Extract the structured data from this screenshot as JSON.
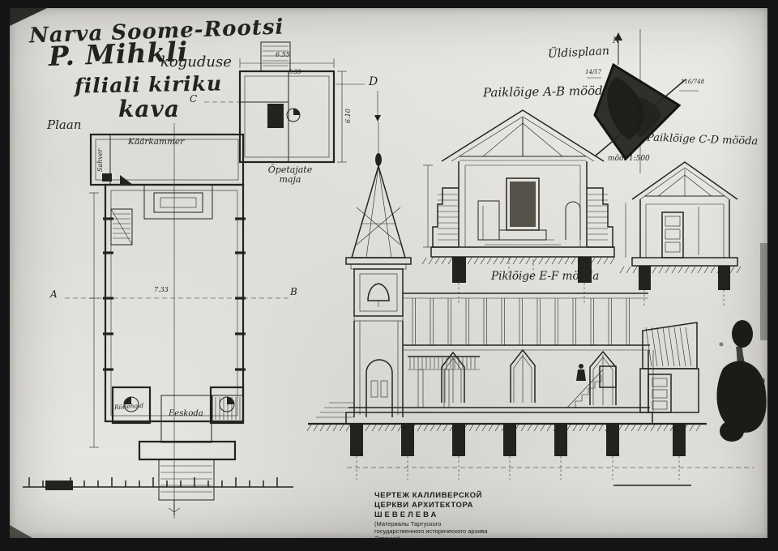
{
  "colors": {
    "paper": "#e9e8e4",
    "ink": "#23231d",
    "frame": "#141414"
  },
  "title": {
    "l1": "Narva Soome-Rootsi",
    "l2a": "P. Mihkli",
    "l2b": "koguduse",
    "l3": "filiali kiriku",
    "l4": "kava"
  },
  "labels": {
    "plan": "Plaan",
    "sacristy": "Käärkammer",
    "pantry": "Sahver",
    "cloakroom": "Riidehoid",
    "vestibule": "Eeskoda",
    "teachers_house": "Õpetajate maja",
    "section_ab": "Paiklõige A-B mööda",
    "site_plan": "Üldisplaan",
    "site_scale": "mõõt 1:500",
    "site_ref_left": "14/57",
    "site_ref_right": "116/748",
    "section_cd": "Paiklõige C-D mööda",
    "section_ef": "Piklõige E-F mööda"
  },
  "markers": {
    "a": "A",
    "b": "B",
    "c": "C",
    "d": "D",
    "north": "N"
  },
  "dims": {
    "d655": "6.55",
    "d533": "5.33",
    "d610": "6.10",
    "d733": "7.33"
  },
  "caption": {
    "lines": [
      "ЧЕРТЕЖ КАЛЛИВЕРСКОЙ",
      "ЦЕРКВИ АРХИТЕКТОРА",
      "ШЕВЕЛЕВА",
      "(Материалы Тартуского",
      "государственного исторического архива",
      "Эстонии)"
    ]
  }
}
